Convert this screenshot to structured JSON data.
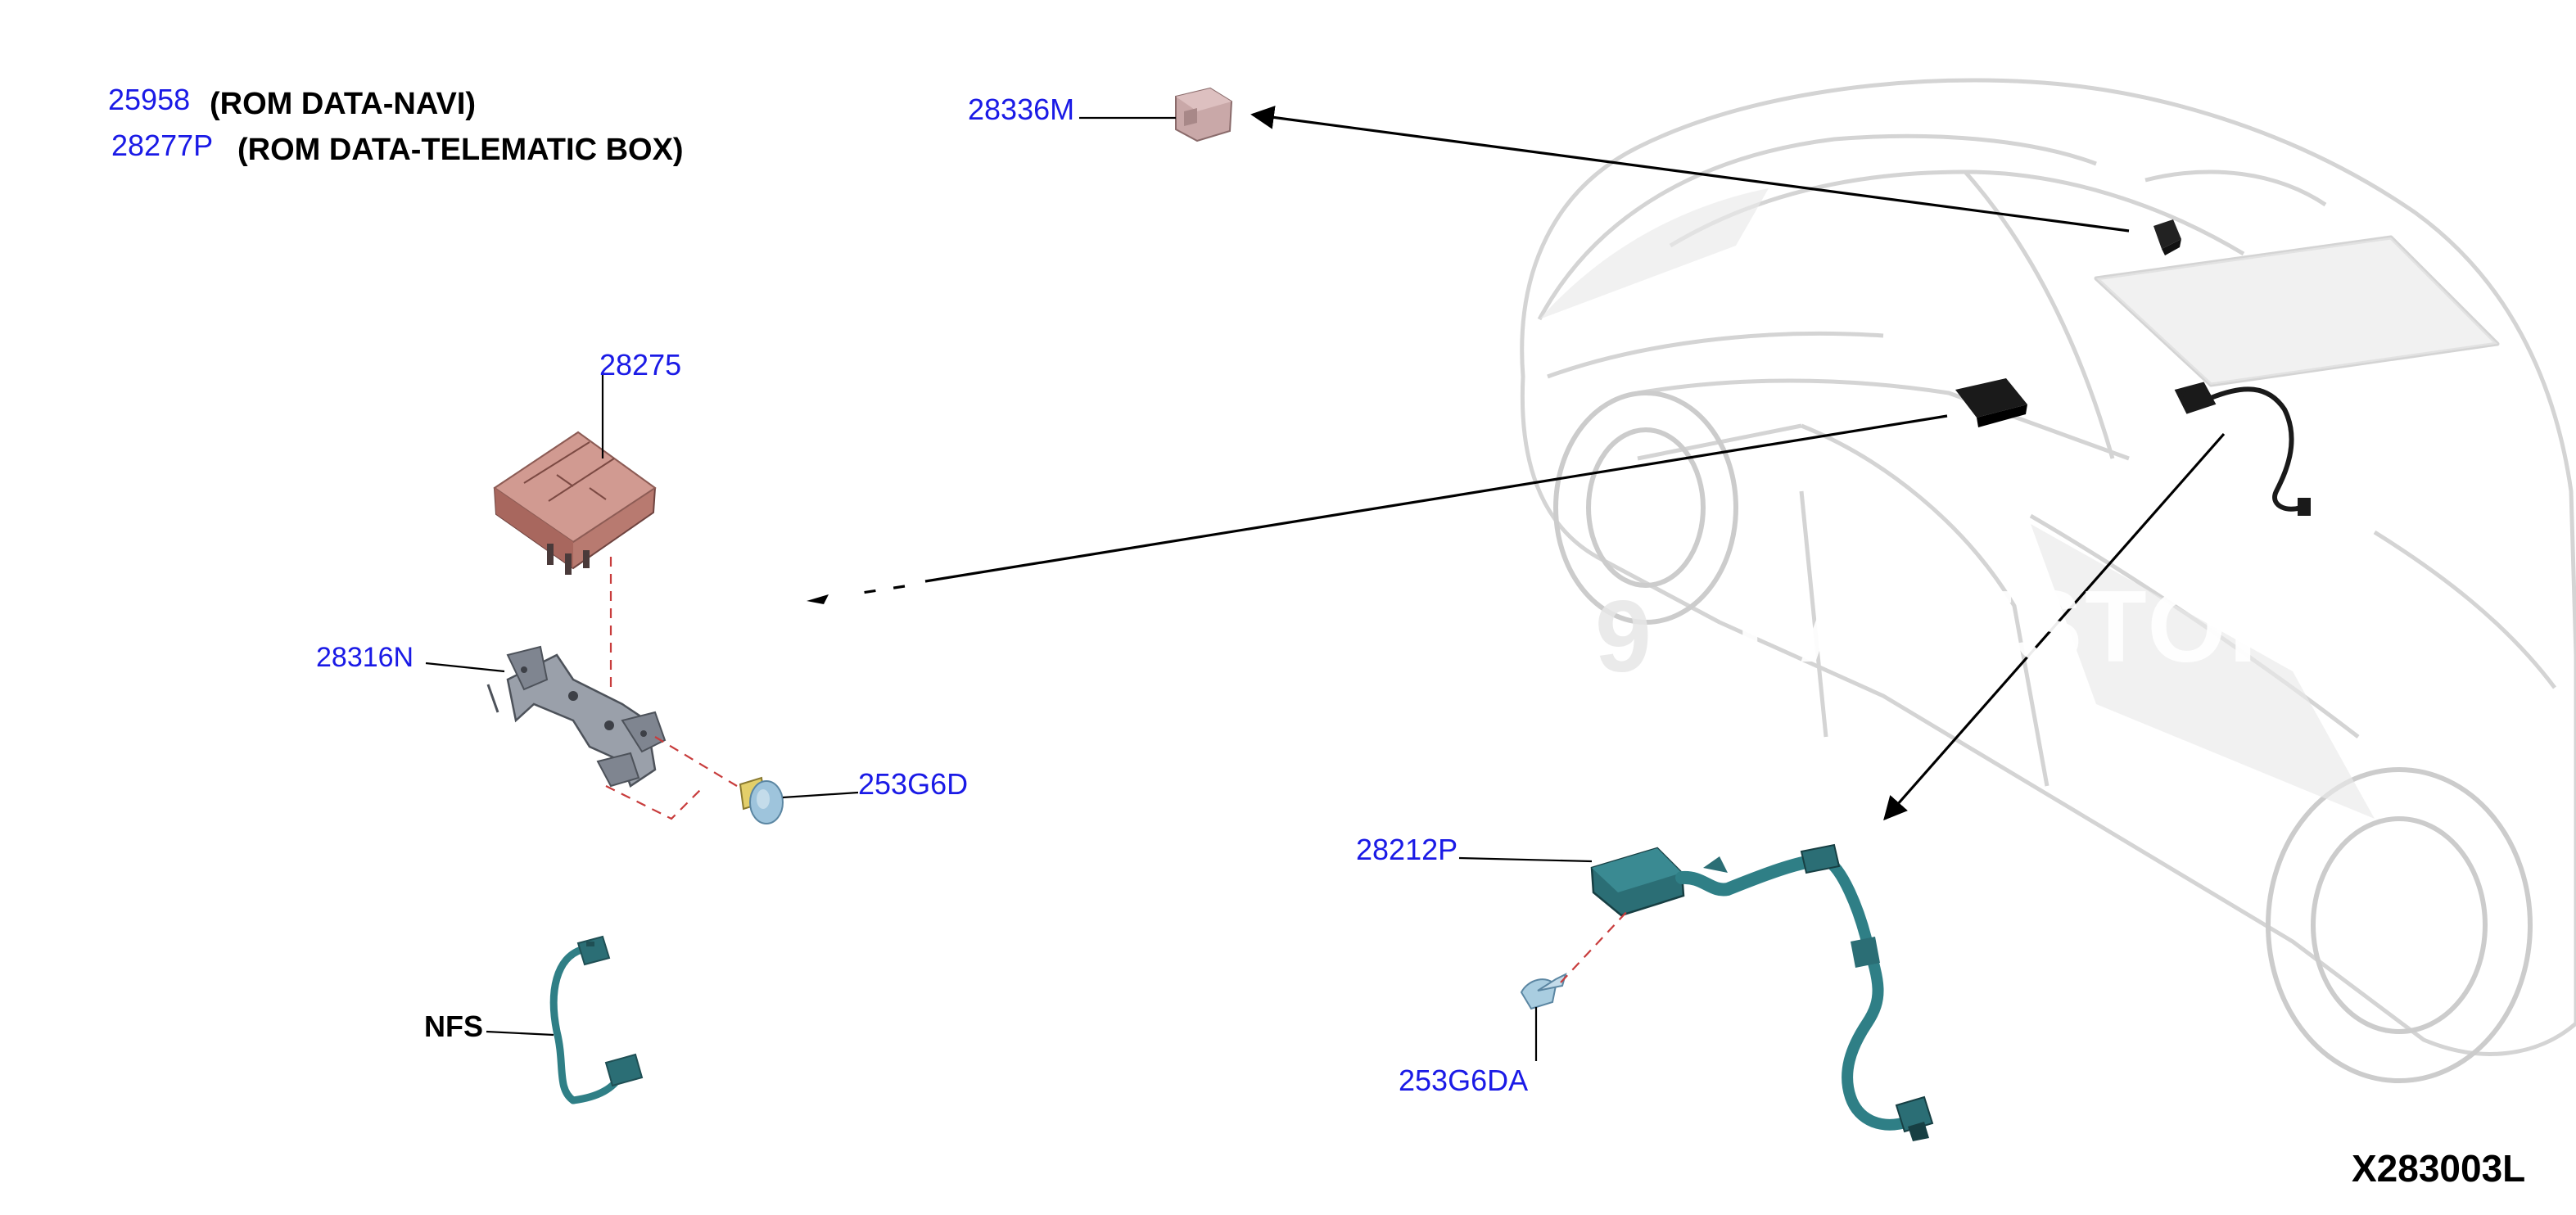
{
  "legend": [
    {
      "part": "25958",
      "desc": "(ROM DATA-NAVI)"
    },
    {
      "part": "28277P",
      "desc": "(ROM DATA-TELEMATIC BOX)"
    }
  ],
  "callouts": {
    "p28336M": "28336M",
    "p28275": "28275",
    "p28316N": "28316N",
    "p253G6D": "253G6D",
    "p28212P": "28212P",
    "p253G6DA": "253G6DA",
    "nfs": "NFS"
  },
  "diagram_code": "X283003L",
  "watermark": {
    "prefix": "9",
    "brand": "PARTSTORE.S"
  },
  "colors": {
    "callout_text": "#1a1ae6",
    "ecu_body": "#c98a80",
    "bracket": "#8a8f99",
    "harness": "#2f7f86",
    "bolt": "#9fc6dc",
    "car_outline": "#d0d0d0"
  }
}
